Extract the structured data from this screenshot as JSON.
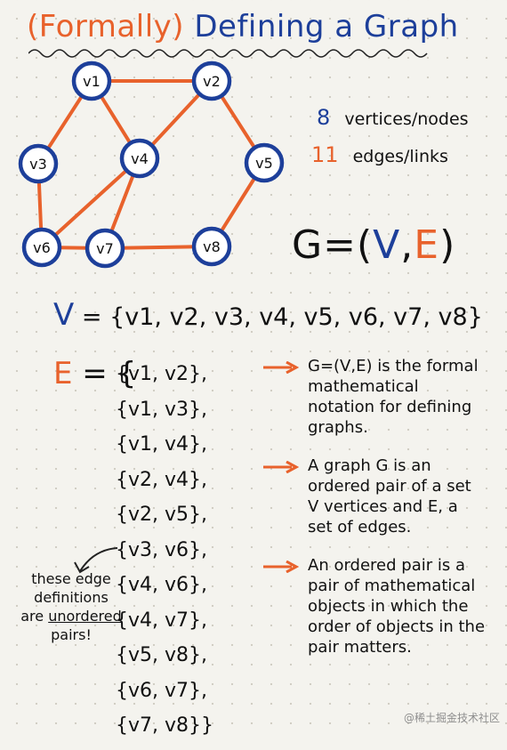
{
  "title": {
    "paren_text": "(Formally)",
    "rest_text": "Defining a Graph"
  },
  "graph": {
    "nodes": [
      {
        "id": "v1",
        "label": "v1"
      },
      {
        "id": "v2",
        "label": "v2"
      },
      {
        "id": "v3",
        "label": "v3"
      },
      {
        "id": "v4",
        "label": "v4"
      },
      {
        "id": "v5",
        "label": "v5"
      },
      {
        "id": "v6",
        "label": "v6"
      },
      {
        "id": "v7",
        "label": "v7"
      },
      {
        "id": "v8",
        "label": "v8"
      }
    ],
    "edges": [
      [
        "v1",
        "v2"
      ],
      [
        "v1",
        "v3"
      ],
      [
        "v1",
        "v4"
      ],
      [
        "v2",
        "v4"
      ],
      [
        "v2",
        "v5"
      ],
      [
        "v3",
        "v6"
      ],
      [
        "v4",
        "v6"
      ],
      [
        "v4",
        "v7"
      ],
      [
        "v5",
        "v8"
      ],
      [
        "v6",
        "v7"
      ],
      [
        "v7",
        "v8"
      ]
    ],
    "colors": {
      "node_stroke": "#1d3f9a",
      "edge": "#e8622c",
      "node_fill": "#ffffff"
    }
  },
  "stats": {
    "vertices_count": "8",
    "vertices_label": "vertices/nodes",
    "edges_count": "11",
    "edges_label": "edges/links"
  },
  "formula": {
    "prefix": "G=(",
    "v": "V",
    "comma": ",",
    "e": "E",
    "suffix": ")"
  },
  "vertex_set": {
    "letter": "V",
    "body": "= {v1, v2, v3, v4, v5, v6, v7, v8}"
  },
  "edge_set": {
    "letter": "E",
    "eq": "= {",
    "items": [
      "{v1, v2},",
      "{v1, v3},",
      "{v1, v4},",
      "{v2, v4},",
      "{v2, v5},",
      "{v3, v6},",
      "{v4, v6},",
      "{v4, v7},",
      "{v5, v8},",
      "{v6, v7},",
      "{v7, v8}}"
    ]
  },
  "notes": [
    "G=(V,E) is the formal mathematical notation for defining graphs.",
    "A graph G is an ordered pair of a set V vertices and E, a set of edges.",
    "An ordered pair is a pair of mathematical objects in which the order of objects in the pair matters."
  ],
  "side_note": {
    "line1": "these edge",
    "line2": "definitions",
    "line3a": "are ",
    "line3b": "unordered",
    "line4": "pairs!"
  },
  "watermark": "@稀土掘金技术社区"
}
